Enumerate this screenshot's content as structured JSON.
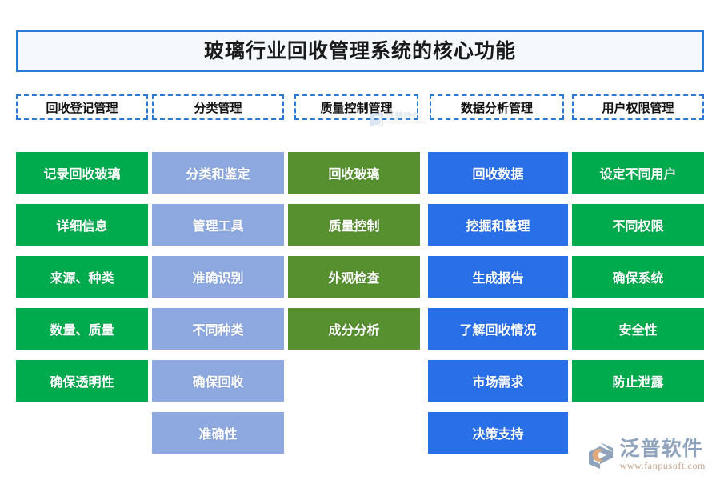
{
  "page": {
    "title": "玻璃行业回收管理系统的核心功能",
    "background": "#ffffff",
    "title_box": {
      "border_color": "#2a7ad4",
      "background": "#f5f9fd",
      "text_color": "#1a1a1a"
    }
  },
  "headers": [
    {
      "label": "回收登记管理",
      "border_color": "#2a7ad4"
    },
    {
      "label": "分类管理",
      "border_color": "#2a7ad4"
    },
    {
      "label": "质量控制管理",
      "border_color": "#2a7ad4"
    },
    {
      "label": "数据分析管理",
      "border_color": "#2a7ad4"
    },
    {
      "label": "用户权限管理",
      "border_color": "#2a7ad4"
    }
  ],
  "columns": [
    {
      "name": "回收登记管理",
      "color": "#00ab4e",
      "items": [
        "记录回收玻璃",
        "详细信息",
        "来源、种类",
        "数量、质量",
        "确保透明性"
      ]
    },
    {
      "name": "分类管理",
      "color": "#8da9e0",
      "items": [
        "分类和鉴定",
        "管理工具",
        "准确识别",
        "不同种类",
        "确保回收",
        "准确性"
      ]
    },
    {
      "name": "质量控制管理",
      "color": "#56902f",
      "items": [
        "回收玻璃",
        "质量控制",
        "外观检查",
        "成分分析"
      ]
    },
    {
      "name": "数据分析管理",
      "color": "#2970e8",
      "items": [
        "回收数据",
        "挖掘和整理",
        "生成报告",
        "了解回收情况",
        "市场需求",
        "决策支持"
      ]
    },
    {
      "name": "用户权限管理",
      "color": "#00ab4e",
      "items": [
        "设定不同用户",
        "不同权限",
        "确保系统",
        "安全性",
        "防止泄露"
      ]
    }
  ],
  "watermark": {
    "top": {
      "brand_cn": "泛普软件",
      "brand_en": "FANPU SOFTWARE"
    },
    "logo": {
      "brand_cn": "泛普软件",
      "url": "www.fanpusoft.com"
    }
  }
}
